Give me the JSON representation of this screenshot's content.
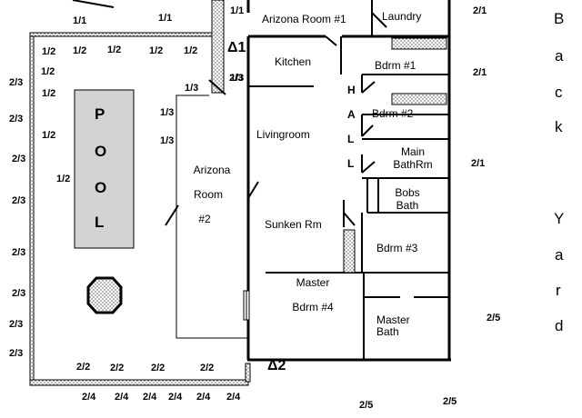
{
  "rooms": {
    "arizona1": "Arizona Room #1",
    "laundry": "Laundry",
    "kitchen": "Kitchen",
    "bdrm1": "Bdrm #1",
    "bdrm2": "Bdrm #2",
    "hall": [
      "H",
      "A",
      "L",
      "L"
    ],
    "livingroom": "Livingroom",
    "main_bath": [
      "Main",
      "BathRm"
    ],
    "bobs_bath": [
      "Bobs",
      "Bath"
    ],
    "arizona2": [
      "Arizona",
      "Room",
      "#2"
    ],
    "sunken": "Sunken Rm",
    "bdrm3": "Bdrm #3",
    "bdrm4": [
      "Master",
      "Bdrm #4"
    ],
    "master_bath": [
      "Master",
      "Bath"
    ]
  },
  "pool": [
    "P",
    "O",
    "O",
    "L"
  ],
  "backyard": [
    "B",
    "a",
    "c",
    "k",
    "Y",
    "a",
    "r",
    "d"
  ],
  "deltas": [
    "Δ1",
    "Δ2"
  ],
  "measurements": [
    "1/1",
    "1/1",
    "1/1",
    "1/2",
    "1/2",
    "1/2",
    "1/2",
    "1/2",
    "1/2",
    "1/2",
    "1/2",
    "1/2",
    "2/3",
    "2/3",
    "2/3",
    "2/3",
    "2/3",
    "2/3",
    "2/3",
    "2/3",
    "2/3",
    "1/3",
    "1/3",
    "1/3",
    "1/3",
    "2/1",
    "2/1",
    "2/1",
    "2/2",
    "2/2",
    "2/2",
    "2/2",
    "2/4",
    "2/4",
    "2/4",
    "2/4",
    "2/4",
    "2/4",
    "2/5",
    "2/5",
    "2/5"
  ],
  "colors": {
    "line": "#000000",
    "pool_fill": "#d3d3d3",
    "hatch": "#888888"
  }
}
